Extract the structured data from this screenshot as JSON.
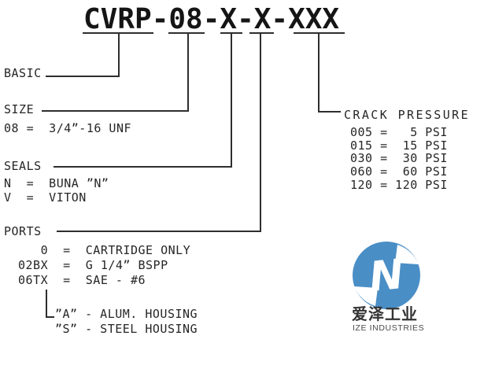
{
  "title": "CVRP-08-X-X-XXX",
  "sections": {
    "basic": {
      "label": "BASIC"
    },
    "size": {
      "label": "SIZE",
      "rows": [
        "08 =  3/4”-16 UNF"
      ]
    },
    "seals": {
      "label": "SEALS",
      "rows": [
        "N  =  BUNA ”N”",
        "V  =  VITON"
      ]
    },
    "ports": {
      "label": "PORTS",
      "rows": [
        "   0  =  CARTRIDGE ONLY",
        "02BX  =  G 1/4” BSPP",
        "06TX  =  SAE - #6"
      ]
    },
    "housing": {
      "rows": [
        "”A” - ALUM. HOUSING",
        "”S” - STEEL HOUSING"
      ]
    },
    "crack_pressure": {
      "label": "CRACK PRESSURE",
      "rows": [
        "005 =   5 PSI",
        "015 =  15 PSI",
        "030 =  30 PSI",
        "060 =  60 PSI",
        "120 = 120 PSI"
      ]
    }
  },
  "logo": {
    "symbol": "ize-circular-n-monogram",
    "circle_color": "#4a8ec6",
    "chinese_name": "爱泽工业",
    "english_name": "IZE INDUSTRIES"
  },
  "colors": {
    "line": "#2e2e2e",
    "text": "#262626",
    "background": "#ffffff"
  }
}
